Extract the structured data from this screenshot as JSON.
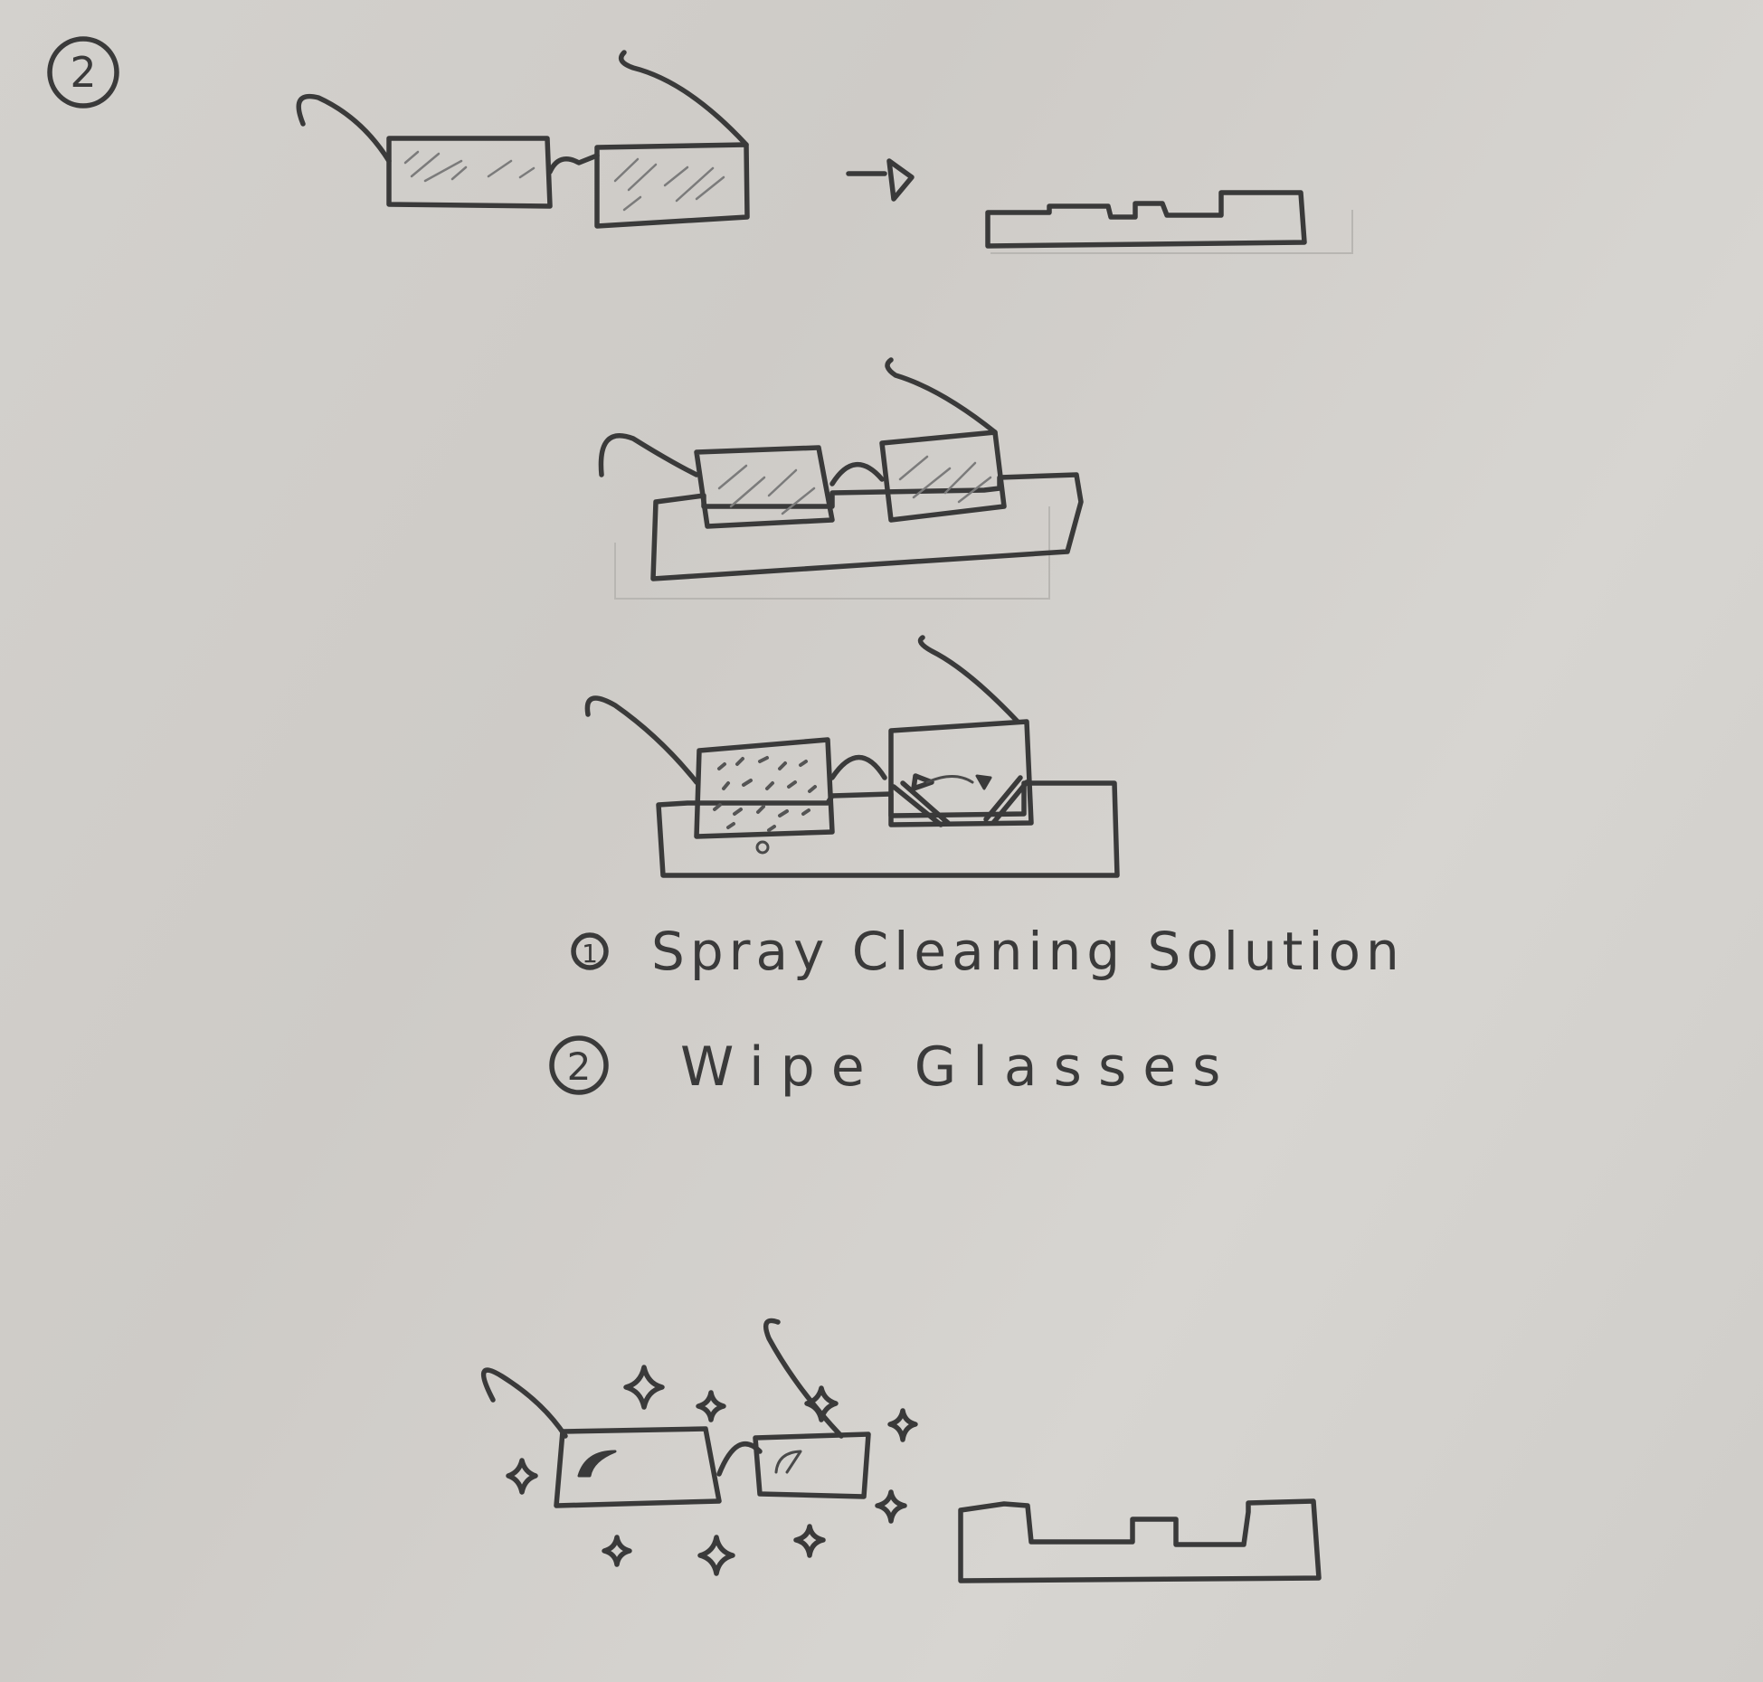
{
  "page": {
    "step_number": "2"
  },
  "instructions": [
    {
      "number": "1",
      "text": "Spray Cleaning Solution"
    },
    {
      "number": "2",
      "text": "Wipe Glasses"
    }
  ],
  "icons": {
    "arrow": "arrow-right-icon",
    "sparkle": "sparkle-icon",
    "glasses": "glasses-icon",
    "tray": "tray-icon"
  },
  "colors": {
    "paper": "#d2d0cc",
    "ink": "#3a3a3a"
  }
}
